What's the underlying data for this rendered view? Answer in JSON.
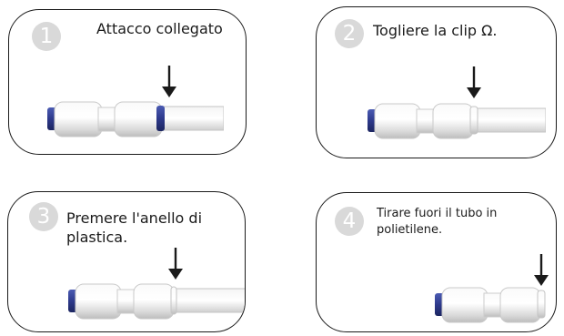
{
  "steps": [
    {
      "number": "1",
      "text": "Attacco collegato"
    },
    {
      "number": "2",
      "text": "Togliere la clip Ω."
    },
    {
      "number": "3",
      "text": "Premere l'anello di plastica."
    },
    {
      "number": "4",
      "text": "Tirare fuori il tubo in polietilene."
    }
  ],
  "colors": {
    "border": "#1a1a1a",
    "badge": "#d9d9d9",
    "collet": "#2e3a8c",
    "fitting": "#eeeeee"
  }
}
